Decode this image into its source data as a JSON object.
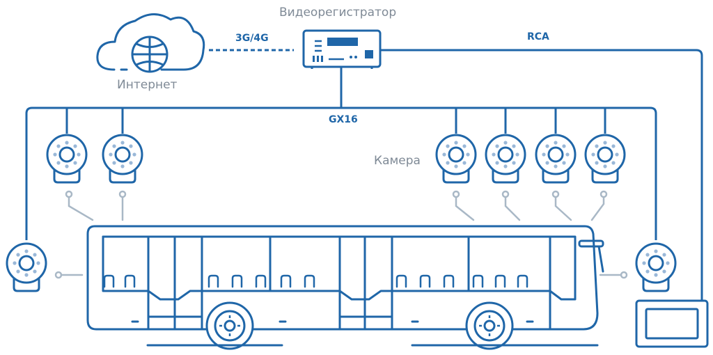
{
  "labels": {
    "dvr": "Видеорегистратор",
    "internet": "Интернет",
    "link_3g4g": "3G/4G",
    "rca": "RCA",
    "gx16": "GX16",
    "camera": "Камера"
  },
  "colors": {
    "primary": "#1f66a8",
    "lens_dots": "#9ab8d8",
    "connector_gray": "#a9b8c6",
    "label_gray": "#7f8a96"
  },
  "icons": [
    "cloud-icon",
    "globe-icon",
    "dvr-icon",
    "camera-icon",
    "bus-icon",
    "monitor-icon"
  ]
}
